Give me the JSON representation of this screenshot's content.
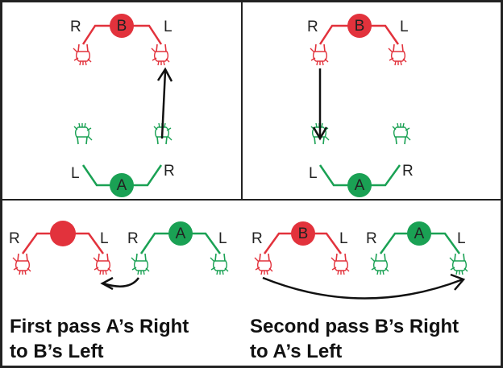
{
  "colors": {
    "person_b": "#e2323c",
    "person_a": "#1aa154",
    "arrow": "#111111",
    "border": "#222222"
  },
  "panels": {
    "top_left": {
      "person_b": {
        "name": "B",
        "right_hand": "R",
        "left_hand": "L"
      },
      "person_a": {
        "name": "A",
        "left_hand": "L",
        "right_hand": "R"
      }
    },
    "top_right": {
      "person_b": {
        "name": "B",
        "right_hand": "R",
        "left_hand": "L"
      },
      "person_a": {
        "name": "A",
        "left_hand": "L",
        "right_hand": "R"
      }
    },
    "bottom_left": {
      "person_b": {
        "right_hand": "R",
        "left_hand": "L"
      },
      "person_a": {
        "name": "A",
        "right_hand": "R",
        "left_hand": "L"
      },
      "caption_line1": "First pass A’s Right",
      "caption_line2": "to B’s Left"
    },
    "bottom_right": {
      "person_b": {
        "name": "B",
        "right_hand": "R",
        "left_hand": "L"
      },
      "person_a": {
        "name": "A",
        "right_hand": "R",
        "left_hand": "L"
      },
      "caption_line1": "Second pass B’s Right",
      "caption_line2": "to A’s Left"
    }
  }
}
